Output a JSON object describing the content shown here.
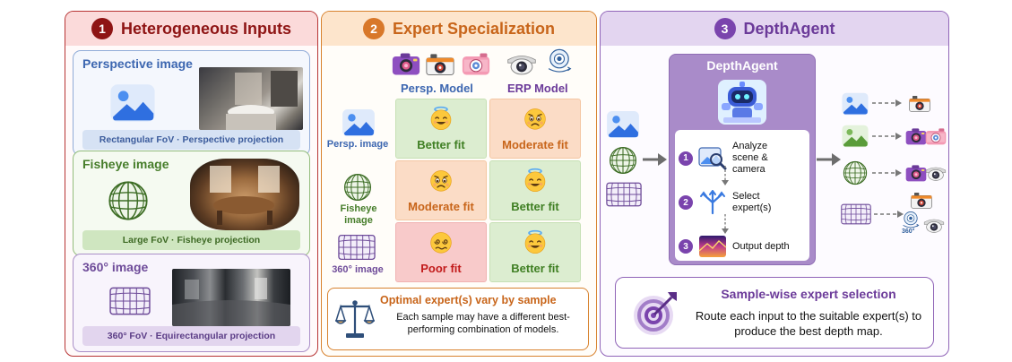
{
  "panels": {
    "inputs": {
      "number": "1",
      "title": "Heterogeneous Inputs",
      "cards": [
        {
          "title": "Perspective image",
          "caption": "Rectangular FoV · Perspective projection"
        },
        {
          "title": "Fisheye image",
          "caption": "Large FoV · Fisheye projection"
        },
        {
          "title": "360° image",
          "caption": "360° FoV · Equirectangular projection"
        }
      ]
    },
    "experts": {
      "number": "2",
      "title": "Expert Specialization",
      "models": [
        "Persp. Model",
        "ERP Model"
      ],
      "rows": [
        {
          "label": "Persp. image",
          "cells": [
            "Better fit",
            "Moderate fit"
          ]
        },
        {
          "label": "Fisheye image",
          "cells": [
            "Moderate fit",
            "Better fit"
          ]
        },
        {
          "label": "360° image",
          "cells": [
            "Poor fit",
            "Better fit"
          ]
        }
      ],
      "note": {
        "title": "Optimal expert(s) vary by sample",
        "body": "Each sample may have a different best-performing combination of models."
      }
    },
    "agent": {
      "number": "3",
      "title": "DepthAgent",
      "box_title": "DepthAgent",
      "steps": [
        {
          "number": "1",
          "text": "Analyze scene & camera"
        },
        {
          "number": "2",
          "text": "Select expert(s)"
        },
        {
          "number": "3",
          "text": "Output depth"
        }
      ],
      "erp_badge": "360°",
      "selection": {
        "title": "Sample-wise expert selection",
        "body": "Route each input to the suitable expert(s) to produce the best depth map."
      }
    }
  },
  "colors": {
    "panel1": "#b73434",
    "panel2": "#d8822e",
    "panel3": "#9064b8",
    "better": "#3f7f23",
    "moderate": "#c8651a",
    "poor": "#c21b1b"
  },
  "icons": [
    "landscape-icon",
    "fisheye-globe-icon",
    "erp-grid-icon",
    "camera-icon",
    "action-camera-icon",
    "dome-camera-icon",
    "360-camera-icon",
    "robot-icon",
    "scale-icon",
    "target-icon",
    "magnifier-icon",
    "branch-icon",
    "depth-map-icon",
    "emoji-halo",
    "emoji-worried",
    "emoji-dizzy"
  ]
}
